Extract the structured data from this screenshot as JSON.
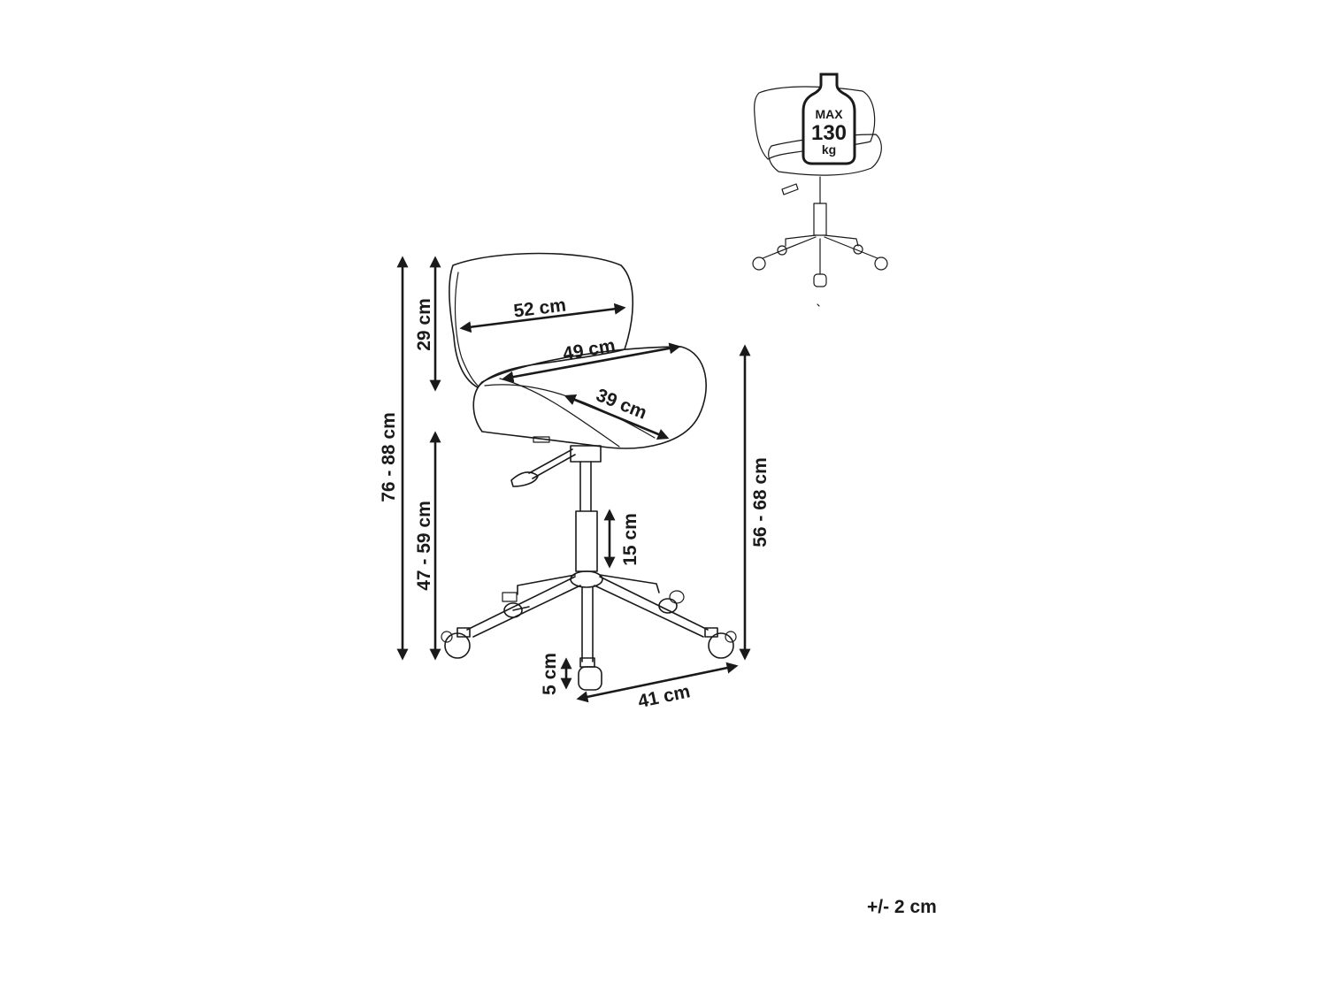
{
  "dimensions": {
    "total_height": "76 - 88 cm",
    "seat_height": "47 - 59 cm",
    "backrest_height": "29 cm",
    "backrest_width": "52 cm",
    "seat_width": "49 cm",
    "seat_depth": "39 cm",
    "gas_lift": "15 cm",
    "seat_height_right": "56 - 68 cm",
    "caster_height": "5 cm",
    "base_radius": "41 cm"
  },
  "max_load": {
    "line1": "MAX",
    "line2": "130",
    "line3": "kg"
  },
  "tolerance": "+/- 2 cm"
}
